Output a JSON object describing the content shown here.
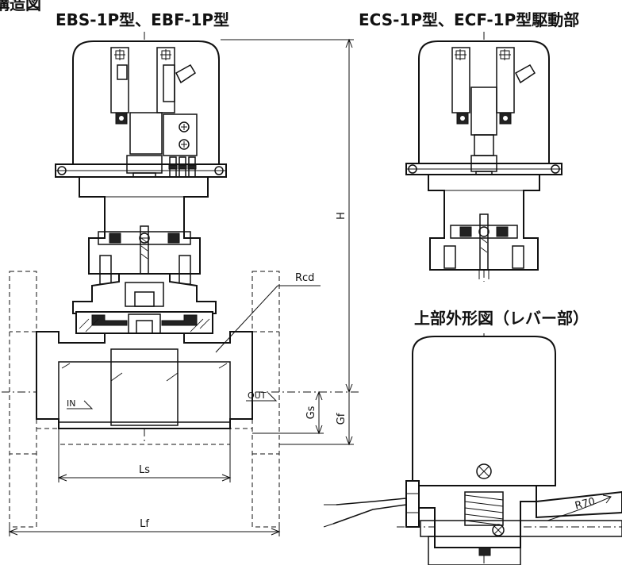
{
  "titles": {
    "corner": "構造図",
    "main": "EBS-1P型、EBF-1P型",
    "right": "ECS-1P型、ECF-1P型駆動部",
    "lever": "上部外形図（レバー部）"
  },
  "dimensions": {
    "H": "H",
    "Rcd": "Rcd",
    "Gs": "Gs",
    "Gf": "Gf",
    "Ls": "Ls",
    "Lf": "Lf",
    "R70": "R70"
  },
  "flow": {
    "inlet": "IN",
    "outlet": "OUT"
  }
}
